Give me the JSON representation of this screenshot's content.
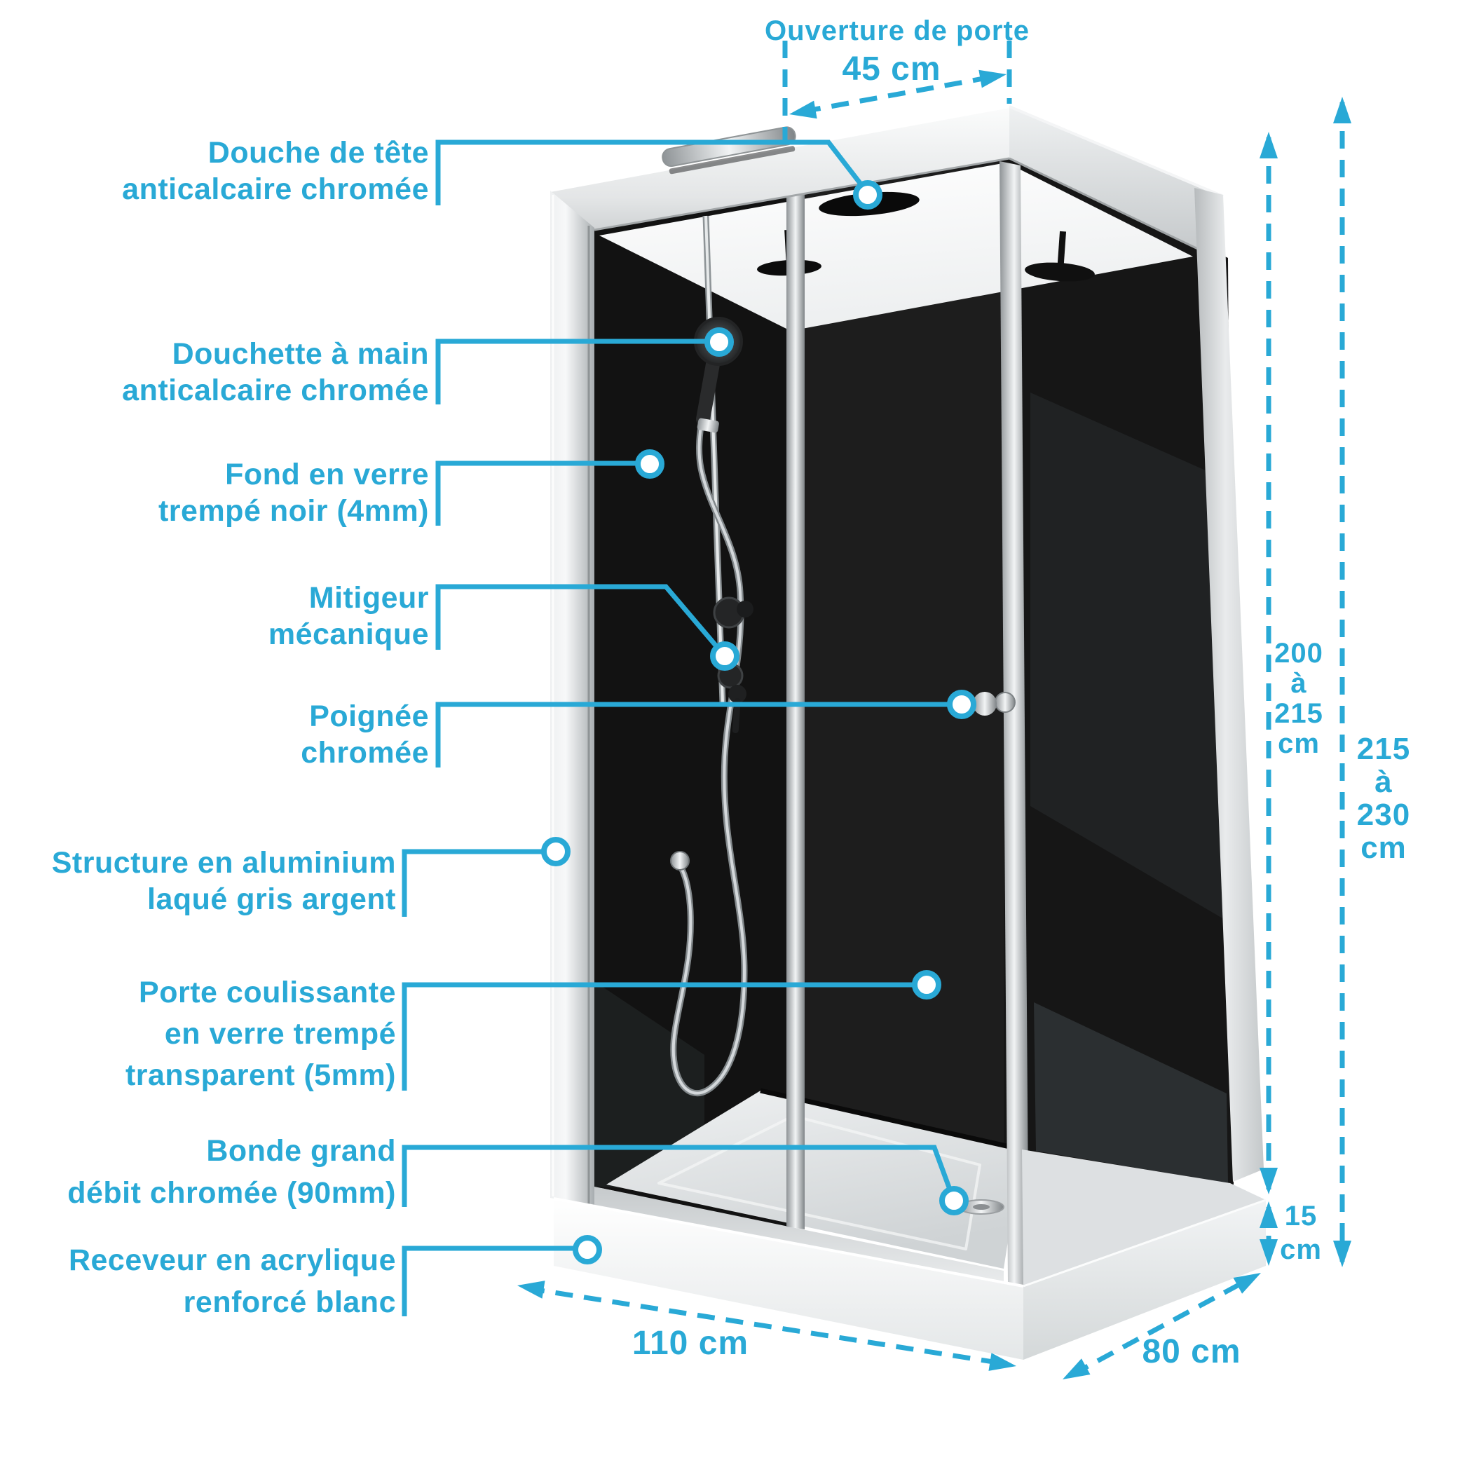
{
  "colors": {
    "accent": "#29A9D6",
    "glass_black": "#161616",
    "frame_silver": "#d9dcdd",
    "tray_white": "#f5f6f7"
  },
  "labels": [
    {
      "id": "douche-de-tete",
      "lines": [
        "Douche de tête",
        "anticalcaire chromée"
      ]
    },
    {
      "id": "douchette",
      "lines": [
        "Douchette à main",
        "anticalcaire chromée"
      ]
    },
    {
      "id": "fond-verre",
      "lines": [
        "Fond en verre",
        "trempé noir (4mm)"
      ]
    },
    {
      "id": "mitigeur",
      "lines": [
        "Mitigeur",
        "mécanique"
      ]
    },
    {
      "id": "poignee",
      "lines": [
        "Poignée",
        "chromée"
      ]
    },
    {
      "id": "structure",
      "lines": [
        "Structure en aluminium",
        "laqué gris argent"
      ]
    },
    {
      "id": "porte",
      "lines": [
        "Porte coulissante",
        "en verre trempé",
        "transparent (5mm)"
      ]
    },
    {
      "id": "bonde",
      "lines": [
        "Bonde grand",
        "débit chromée (90mm)"
      ]
    },
    {
      "id": "receveur",
      "lines": [
        "Receveur en acrylique",
        "renforcé blanc"
      ]
    }
  ],
  "dimensions": {
    "door_opening": {
      "label": "Ouverture de porte",
      "value": "45 cm"
    },
    "height_inner": {
      "lines": [
        "200",
        "à",
        "215",
        "cm"
      ]
    },
    "height_outer": {
      "lines": [
        "215",
        "à",
        "230",
        "cm"
      ]
    },
    "tray_height": {
      "lines": [
        "15",
        "cm"
      ]
    },
    "width": {
      "value": "110 cm"
    },
    "depth": {
      "value": "80 cm"
    }
  }
}
